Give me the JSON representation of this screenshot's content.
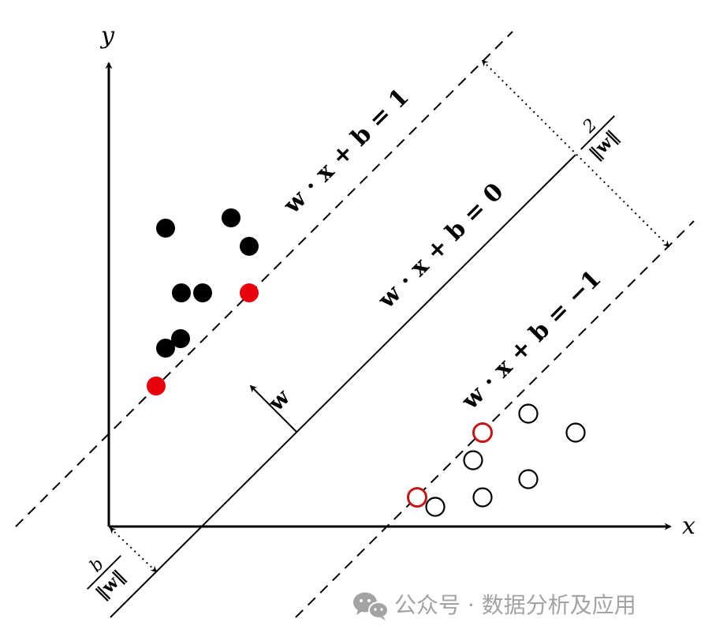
{
  "axes": {
    "x_label": "x",
    "y_label": "y"
  },
  "hyperplanes": {
    "upper_margin": "w · x + b = 1",
    "decision": "w · x + b = 0",
    "lower_margin": "w · x + b = −1"
  },
  "normal_vector_label": "w",
  "margin_width": {
    "numerator": "2",
    "denominator": "‖w‖"
  },
  "offset": {
    "numerator": "b",
    "denominator": "‖w‖"
  },
  "watermark": {
    "text": "公众号 · 数据分析及应用"
  },
  "colors": {
    "positive_points": "#000000",
    "support_vectors": "#e8000a",
    "negative_support_stroke": "#c81414",
    "line": "#000000",
    "watermark": "#9a9a9a"
  },
  "icons": {
    "watermark_logo": "wechat-icon"
  }
}
